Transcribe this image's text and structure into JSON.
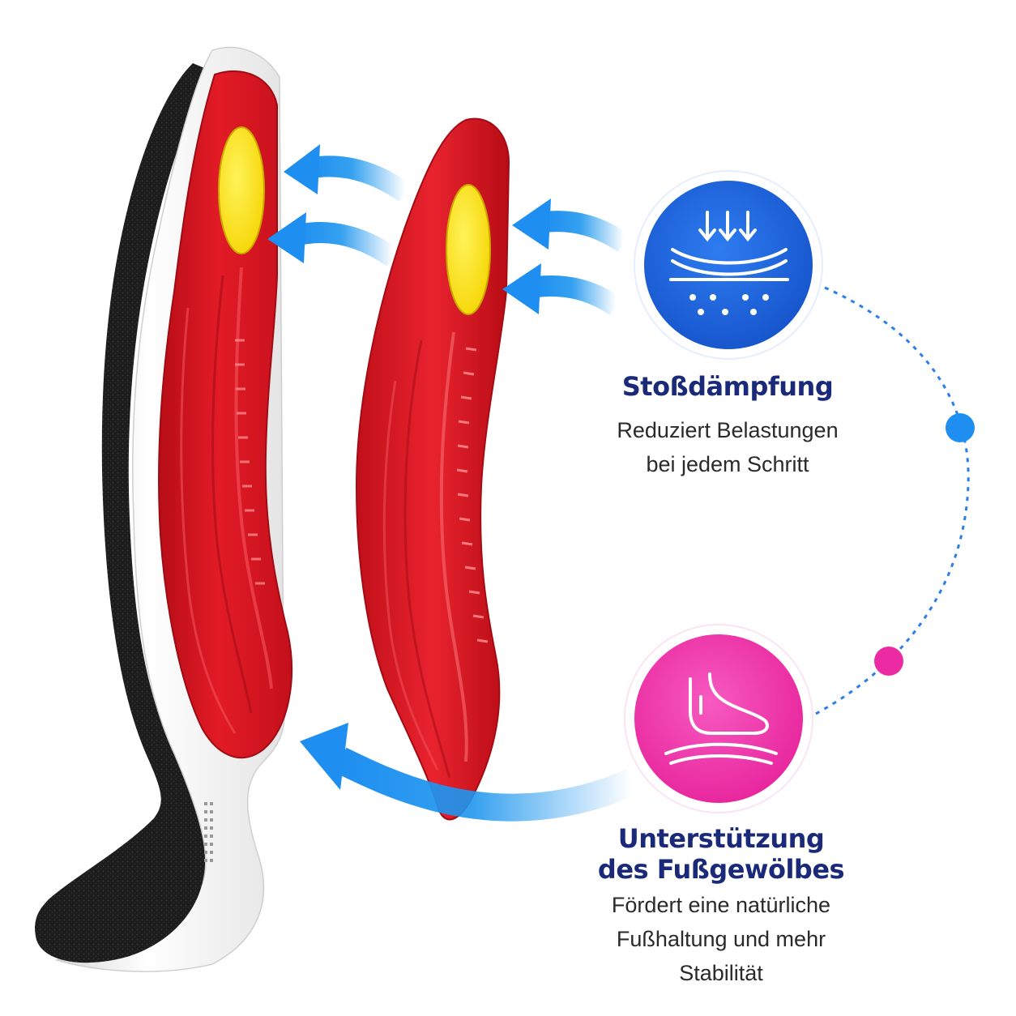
{
  "colors": {
    "insole_red": "#d8141f",
    "pad_yellow": "#ffe600",
    "arrow_blue": "#1e96ee",
    "badge_blue": "#1a5fd8",
    "badge_pink": "#ee2fa6",
    "title_navy": "#1a2a78"
  },
  "features": [
    {
      "icon": "shock-absorption-icon",
      "title": "Stoßdämpfung",
      "description_lines": [
        "Reduziert Belastungen",
        "bei jedem Schritt"
      ]
    },
    {
      "icon": "foot-arch-icon",
      "title_lines": [
        "Unterstützung",
        "des Fußgewölbes"
      ],
      "description_lines": [
        "Fördert eine natürliche",
        "Fußhaltung und mehr",
        "Stabilität"
      ]
    }
  ]
}
